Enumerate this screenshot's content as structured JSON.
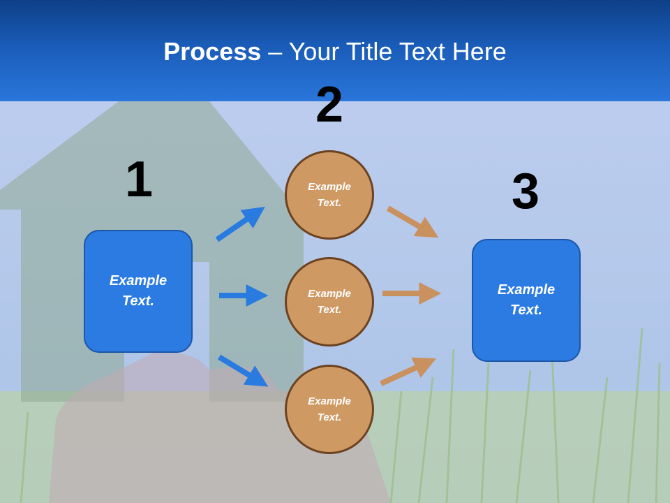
{
  "title": {
    "bold": "Process",
    "rest": " – Your Title Text Here"
  },
  "steps": [
    {
      "number": "1",
      "text": "Example Text."
    },
    {
      "number": "2",
      "items": [
        "Example Text.",
        "Example Text.",
        "Example Text."
      ]
    },
    {
      "number": "3",
      "text": "Example Text."
    }
  ],
  "colors": {
    "header": "#1a5cb8",
    "box": "#2b7be2",
    "circle": "#cf9963",
    "left_arrows": "#2a7be0",
    "right_arrows": "#c9915e"
  }
}
